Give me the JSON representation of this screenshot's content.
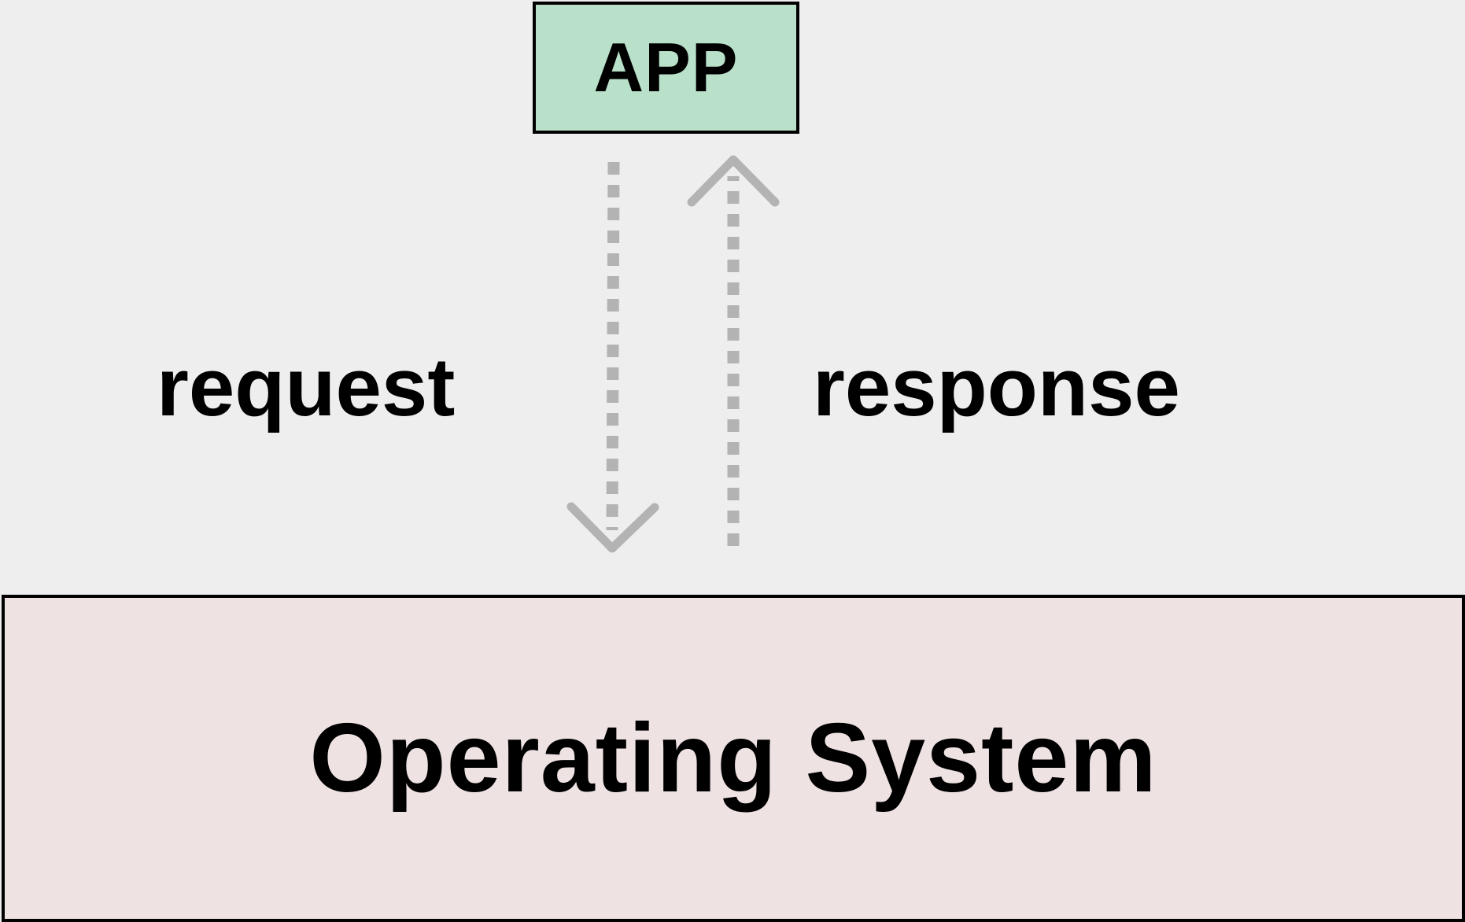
{
  "diagram": {
    "app_label": "APP",
    "os_label": "Operating System",
    "request_label": "request",
    "response_label": "response",
    "arrow_color": "#b3b3b3",
    "app_fill": "#b9e0c9",
    "os_fill": "#efe2e3",
    "background": "#eeeeee"
  }
}
